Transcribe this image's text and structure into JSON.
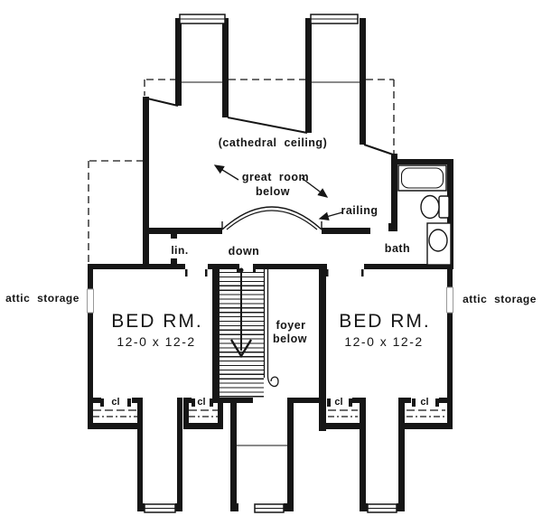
{
  "colors": {
    "ink": "#161616",
    "background": "#ffffff"
  },
  "annotations": {
    "cathedral_ceiling": "(cathedral ceiling)",
    "great_room": {
      "line1": "great room",
      "line2": "below"
    },
    "railing": "railing",
    "linen_closet": "lin.",
    "stairs_down": "down",
    "bath": "bath",
    "foyer": {
      "line1": "foyer",
      "line2": "below"
    },
    "attic_storage_left": "attic storage",
    "attic_storage_right": "attic storage",
    "bedroom_left": {
      "name": "BED RM.",
      "dimensions": "12-0 x 12-2"
    },
    "bedroom_right": {
      "name": "BED RM.",
      "dimensions": "12-0 x 12-2"
    },
    "closets": [
      {
        "label": "cl"
      },
      {
        "label": "cl"
      },
      {
        "label": "cl"
      },
      {
        "label": "cl"
      }
    ]
  }
}
